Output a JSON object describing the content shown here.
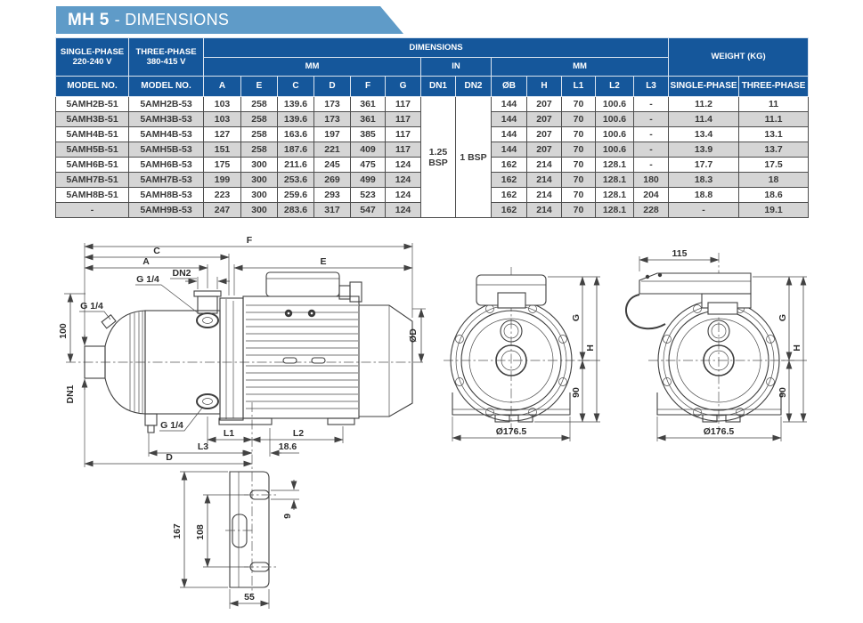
{
  "banner": {
    "product": "MH 5",
    "suffix": "- DIMENSIONS"
  },
  "table": {
    "col1_header": {
      "line1": "SINGLE-PHASE",
      "line2": "220-240 V"
    },
    "col2_header": {
      "line1": "THREE-PHASE",
      "line2": "380-415 V"
    },
    "group_headers": {
      "dimensions": "DIMENSIONS",
      "weight": "WEIGHT (KG)",
      "mm_left": "MM",
      "in": "IN",
      "mm_right": "MM"
    },
    "model_no_label": "MODEL NO.",
    "dim_cols": [
      "A",
      "E",
      "C",
      "D",
      "F",
      "G",
      "DN1",
      "DN2",
      "ØB",
      "H",
      "L1",
      "L2",
      "L3"
    ],
    "weight_cols": [
      "SINGLE-PHASE",
      "THREE-PHASE"
    ],
    "dn1_value": "1.25 BSP",
    "dn2_value": "1 BSP",
    "rows": [
      {
        "m1": "5AMH2B-51",
        "m2": "5AMH2B-53",
        "a": "103",
        "e": "258",
        "c": "139.6",
        "d": "173",
        "f": "361",
        "g": "117",
        "b": "144",
        "h": "207",
        "l1": "70",
        "l2": "100.6",
        "l3": "-",
        "w1": "11.2",
        "w2": "11"
      },
      {
        "m1": "5AMH3B-51",
        "m2": "5AMH3B-53",
        "a": "103",
        "e": "258",
        "c": "139.6",
        "d": "173",
        "f": "361",
        "g": "117",
        "b": "144",
        "h": "207",
        "l1": "70",
        "l2": "100.6",
        "l3": "-",
        "w1": "11.4",
        "w2": "11.1"
      },
      {
        "m1": "5AMH4B-51",
        "m2": "5AMH4B-53",
        "a": "127",
        "e": "258",
        "c": "163.6",
        "d": "197",
        "f": "385",
        "g": "117",
        "b": "144",
        "h": "207",
        "l1": "70",
        "l2": "100.6",
        "l3": "-",
        "w1": "13.4",
        "w2": "13.1"
      },
      {
        "m1": "5AMH5B-51",
        "m2": "5AMH5B-53",
        "a": "151",
        "e": "258",
        "c": "187.6",
        "d": "221",
        "f": "409",
        "g": "117",
        "b": "144",
        "h": "207",
        "l1": "70",
        "l2": "100.6",
        "l3": "-",
        "w1": "13.9",
        "w2": "13.7"
      },
      {
        "m1": "5AMH6B-51",
        "m2": "5AMH6B-53",
        "a": "175",
        "e": "300",
        "c": "211.6",
        "d": "245",
        "f": "475",
        "g": "124",
        "b": "162",
        "h": "214",
        "l1": "70",
        "l2": "128.1",
        "l3": "-",
        "w1": "17.7",
        "w2": "17.5"
      },
      {
        "m1": "5AMH7B-51",
        "m2": "5AMH7B-53",
        "a": "199",
        "e": "300",
        "c": "253.6",
        "d": "269",
        "f": "499",
        "g": "124",
        "b": "162",
        "h": "214",
        "l1": "70",
        "l2": "128.1",
        "l3": "180",
        "w1": "18.3",
        "w2": "18"
      },
      {
        "m1": "5AMH8B-51",
        "m2": "5AMH8B-53",
        "a": "223",
        "e": "300",
        "c": "259.6",
        "d": "293",
        "f": "523",
        "g": "124",
        "b": "162",
        "h": "214",
        "l1": "70",
        "l2": "128.1",
        "l3": "204",
        "w1": "18.8",
        "w2": "18.6"
      },
      {
        "m1": "-",
        "m2": "5AMH9B-53",
        "a": "247",
        "e": "300",
        "c": "283.6",
        "d": "317",
        "f": "547",
        "g": "124",
        "b": "162",
        "h": "214",
        "l1": "70",
        "l2": "128.1",
        "l3": "228",
        "w1": "-",
        "w2": "19.1"
      }
    ]
  },
  "drawings": {
    "side": {
      "f": "F",
      "c": "C",
      "a": "A",
      "e": "E",
      "dn2": "DN2",
      "g14": "G 1/4",
      "h100": "100",
      "dn1": "DN1",
      "od": "ØD",
      "l1": "L1",
      "l2": "L2",
      "l3": "L3",
      "off186": "18.6",
      "d": "D",
      "v167": "167",
      "v108": "108",
      "v9": "9",
      "v55": "55"
    },
    "front1": {
      "g": "G",
      "h": "H",
      "v90": "90",
      "dia": "Ø176.5"
    },
    "front2": {
      "v115": "115",
      "g": "G",
      "h": "H",
      "v90": "90",
      "dia": "Ø176.5"
    }
  }
}
